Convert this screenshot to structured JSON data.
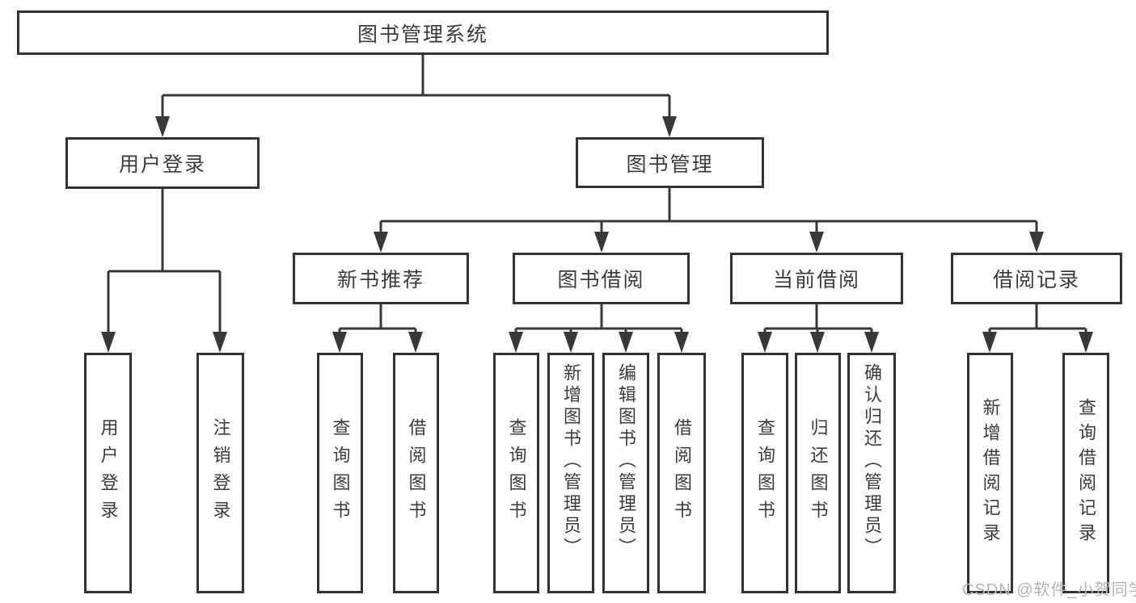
{
  "tree": {
    "root": "图书管理系统",
    "children": [
      {
        "label": "用户登录",
        "children": [
          "用户登录",
          "注销登录"
        ]
      },
      {
        "label": "图书管理",
        "children": [
          {
            "label": "新书推荐",
            "children": [
              "查询图书",
              "借阅图书"
            ]
          },
          {
            "label": "图书借阅",
            "children": [
              "查询图书",
              "新增图书（管理员）",
              "编辑图书（管理员）",
              "借阅图书"
            ]
          },
          {
            "label": "当前借阅",
            "children": [
              "查询图书",
              "归还图书",
              "确认归还（管理员）"
            ]
          },
          {
            "label": "借阅记录",
            "children": [
              "新增借阅记录",
              "查询借阅记录"
            ]
          }
        ]
      }
    ]
  },
  "watermark": {
    "label": "CSDN @软件_小贺同学"
  },
  "colors": {
    "line": "#333333",
    "text": "#3c3c3c",
    "watermark": "#b5b5b5",
    "background": "#ffffff"
  }
}
